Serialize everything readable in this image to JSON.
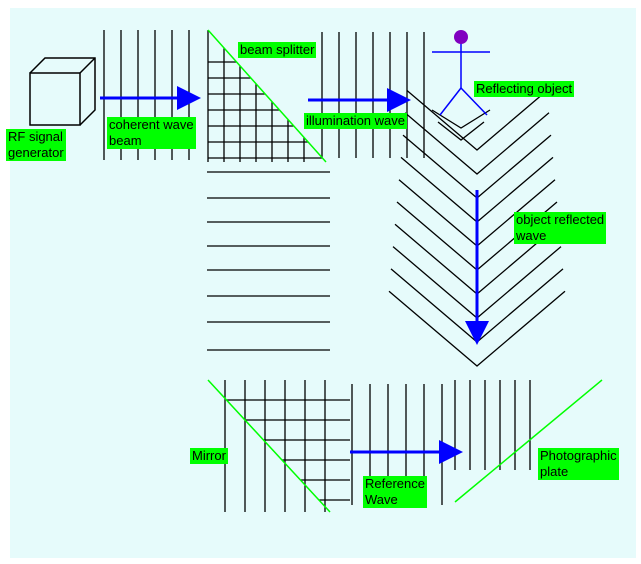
{
  "colors": {
    "background": "#e6fbfb",
    "label_background": "#00ff00",
    "arrow": "#0000ff",
    "wave_line": "#000000",
    "mirror_line": "#00ff00",
    "object_body": "#0000ff",
    "object_head": "#8000c0"
  },
  "icons": {
    "generator": "cube-icon",
    "object": "stick-figure-icon"
  },
  "labels": {
    "rf_signal_generator": "RF signal\ngenerator",
    "coherent_wave_beam": "coherent wave\nbeam",
    "beam_splitter": "beam splitter",
    "illumination_wave": "illumination wave",
    "reflecting_object": "Reflecting object",
    "object_reflected_wave": "object reflected\nwave",
    "mirror": "Mirror",
    "reference_wave": "Reference\nWave",
    "photographic_plate": "Photographic\nplate"
  }
}
